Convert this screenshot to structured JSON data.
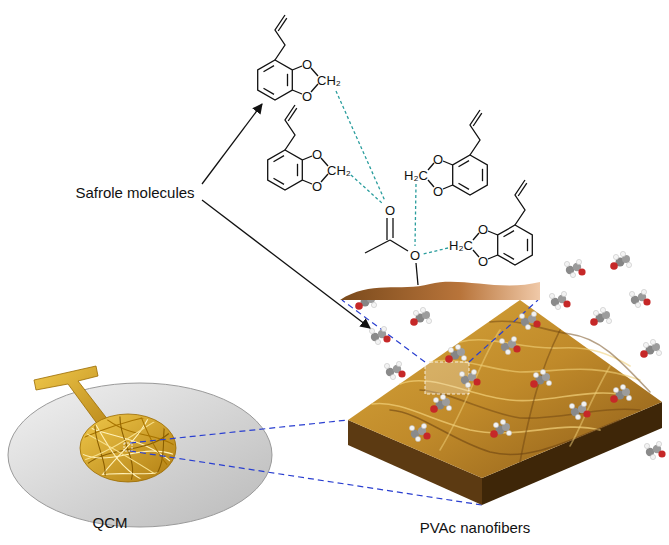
{
  "diagram": {
    "labels": [
      "Safrole molecules",
      "O",
      "O",
      "CH₂",
      "O",
      "O",
      "CH₂",
      "O",
      "O",
      "H₂C",
      "O",
      "O",
      "H₂C",
      "O",
      "O",
      "QCM",
      "PVAc nanofibers"
    ]
  }
}
